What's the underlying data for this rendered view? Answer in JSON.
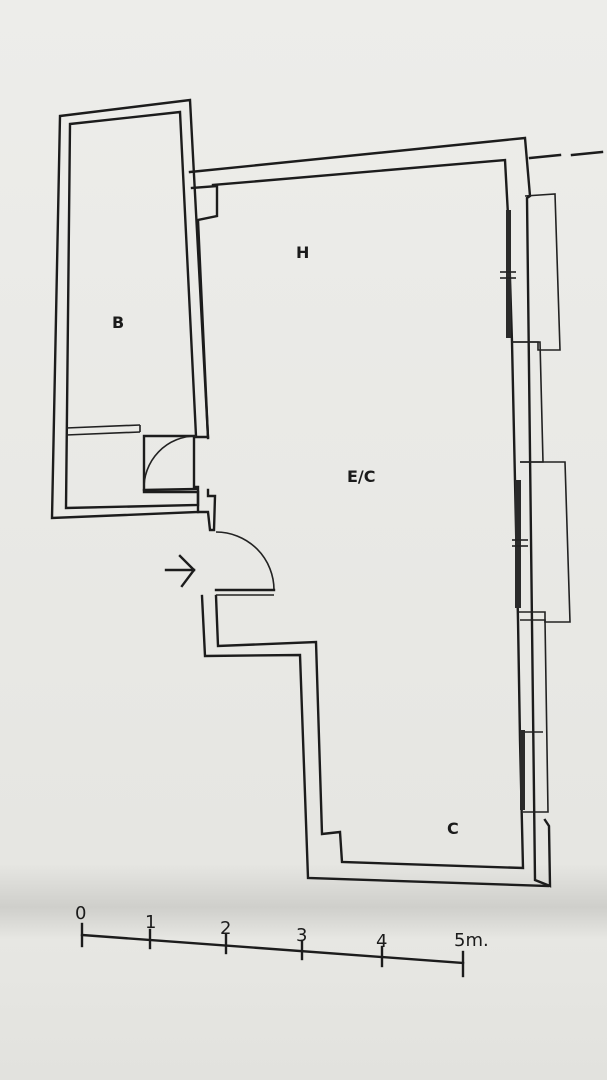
{
  "rooms": [
    {
      "key": "bath",
      "label": "B"
    },
    {
      "key": "bedroom",
      "label": "H"
    },
    {
      "key": "living",
      "label": "E/C"
    },
    {
      "key": "kitchen",
      "label": "C"
    }
  ],
  "scale": {
    "ticks": [
      "0",
      "1",
      "2",
      "3",
      "4",
      "5m."
    ]
  },
  "colors": {
    "paper": "#e9e9e6",
    "ink": "#1c1c1c"
  }
}
